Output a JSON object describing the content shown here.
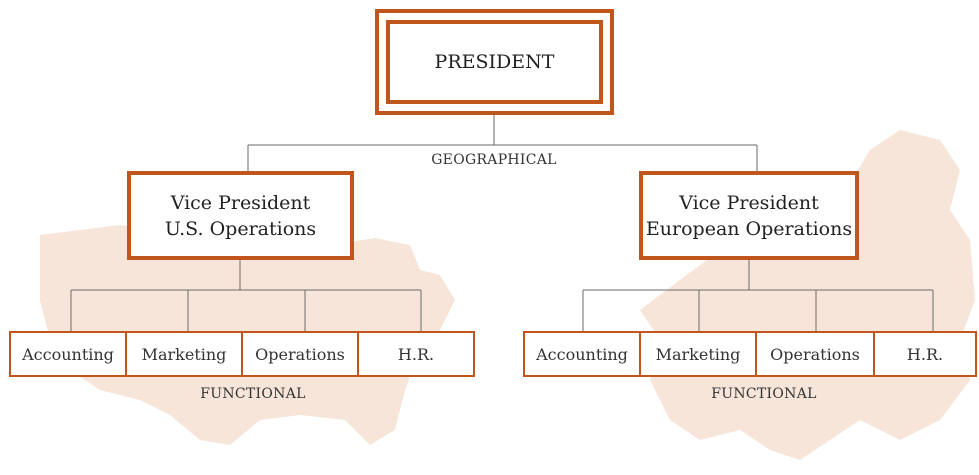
{
  "president": {
    "title": "PRESIDENT"
  },
  "geo_label": "GEOGRAPHICAL",
  "vice_presidents": [
    {
      "line1": "Vice President",
      "line2": "U.S. Operations"
    },
    {
      "line1": "Vice President",
      "line2": "European Operations"
    }
  ],
  "departments_us": [
    "Accounting",
    "Marketing",
    "Operations",
    "H.R."
  ],
  "departments_eu": [
    "Accounting",
    "Marketing",
    "Operations",
    "H.R."
  ],
  "functional_label": "FUNCTIONAL",
  "colors": {
    "accent": "#c0561c",
    "line": "#555555",
    "map": "#f3dccb"
  }
}
